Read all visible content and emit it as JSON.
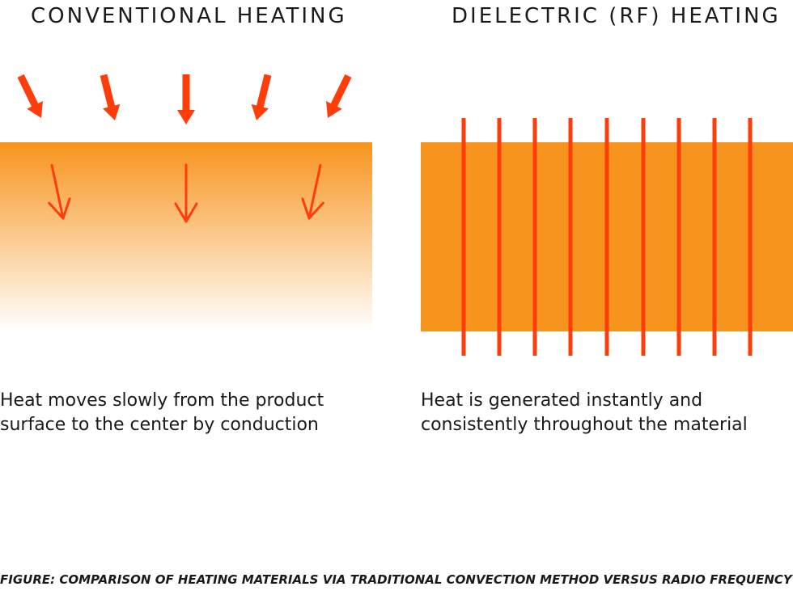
{
  "conventional": {
    "title": "CONVENTIONAL HEATING",
    "description_line1": "Heat moves slowly from the product",
    "description_line2": "surface to the center by conduction"
  },
  "dielectric": {
    "title": "DIELECTRIC (RF) HEATING",
    "description_line1": "Heat is generated instantly and",
    "description_line2": "consistently throughout the material"
  },
  "figure_caption": "FIGURE: COMPARISON OF HEATING MATERIALS VIA TRADITIONAL CONVECTION METHOD VERSUS RADIO FREQUENCY",
  "colors": {
    "material": "#f7941d",
    "heat": "#ff3d0a",
    "text": "#1a1a1a"
  }
}
